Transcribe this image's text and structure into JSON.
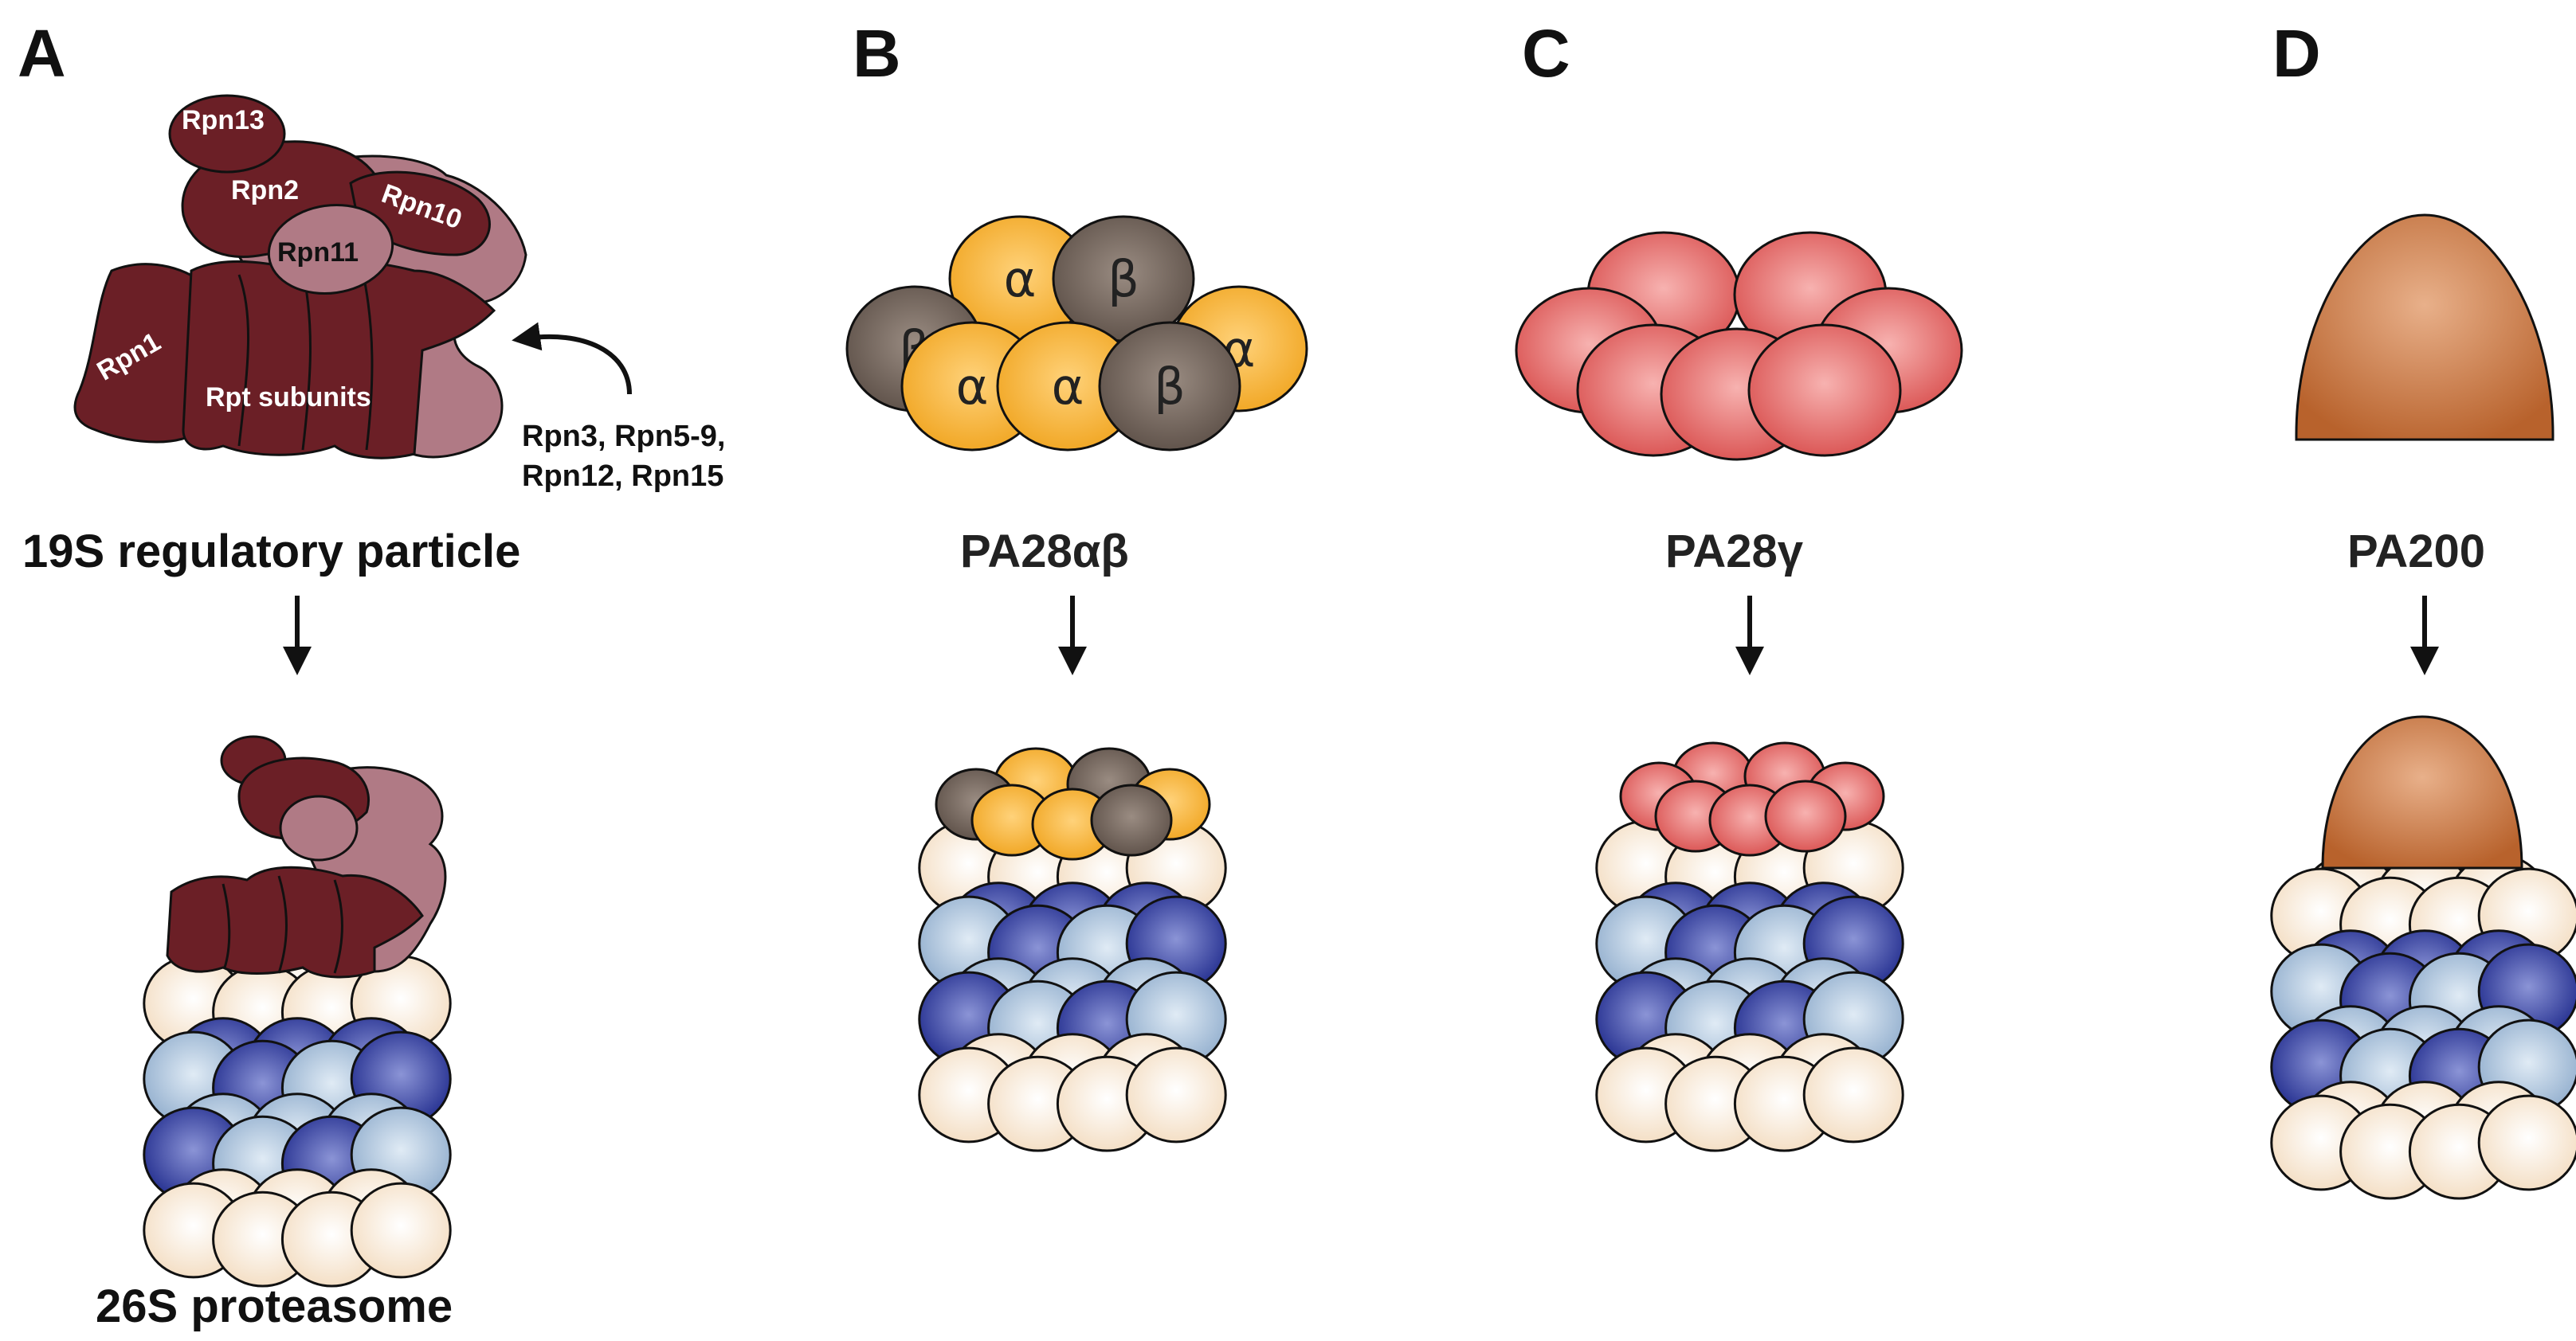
{
  "panels": [
    {
      "letter": "A",
      "caption": "19S regulatory particle",
      "product": "26S proteasome"
    },
    {
      "letter": "B",
      "caption": "PA28αβ"
    },
    {
      "letter": "C",
      "caption": "PA28γ"
    },
    {
      "letter": "D",
      "caption": "PA200"
    }
  ],
  "rp19s": {
    "rpn13": "Rpn13",
    "rpn2": "Rpn2",
    "rpn10": "Rpn10",
    "rpn11": "Rpn11",
    "rpn1": "Rpn1",
    "rpt": "Rpt subunits",
    "side_line1": "Rpn3, Rpn5-9,",
    "side_line2": "Rpn12, Rpn15"
  },
  "pa28ab": {
    "alpha": "α",
    "beta": "β"
  },
  "colors": {
    "rp_dark": "#6b1f26",
    "rp_pink": "#b07a85",
    "alpha": "#f5b03a",
    "beta": "#6f6158",
    "gamma": "#e46a6a",
    "pa200": "#c97843",
    "ring_outer": "#f6e2c8",
    "ring_light_blue": "#a8c0dc",
    "ring_dark_blue": "#2e37a0"
  }
}
